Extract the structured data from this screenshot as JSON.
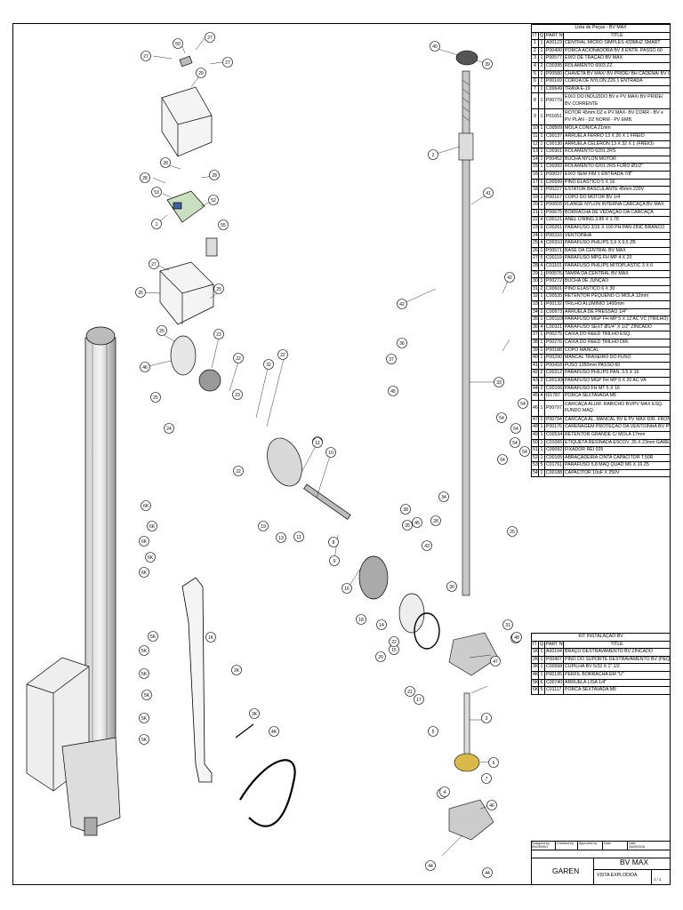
{
  "parts_table": {
    "caption": "Lista de Peças - BV MAX",
    "headers": [
      "IT",
      "Q",
      "PART NU",
      "TITLE"
    ],
    "rows": [
      [
        "1",
        "1",
        "A00123",
        "CENTRAL MICRO SIMPLES 433MHZ SMART"
      ],
      [
        "2",
        "1",
        "P00400",
        "PORCA ACIONADORA BV 8 ENTR. PASSO 60"
      ],
      [
        "3",
        "1",
        "P00577",
        "EIXO DE TRAÇÃO BV MAX"
      ],
      [
        "4",
        "2",
        "C00395",
        "ROLAMENTO 6003 ZZ"
      ],
      [
        "5",
        "1",
        "P00580",
        "CHAVETA BV MAX/ BV PRIDE/ BH CADENA/ BV CORR."
      ],
      [
        "6",
        "1",
        "P00169",
        "COROA DE NYLON Z26 1 ENTRADA"
      ],
      [
        "7",
        "1",
        "C00649",
        "TRAVA E-19"
      ],
      [
        "8",
        "1",
        "P00779.00",
        "EIXO DO INDUZIDO BV e PV MAX/ BV PRIDE/ BV CORRENTE"
      ],
      [
        "9",
        "1",
        "P01651",
        "ROTOR 45mm DZ e PV MAX- BV CORR - BV e PV PLAN - DZ NORM - PV EMB."
      ],
      [
        "10",
        "1",
        "C00509",
        "MOLA CONICA 21mm"
      ],
      [
        "11",
        "1",
        "C00137",
        "ARRUELA FERRO 13 X 26 X 1 FREIO"
      ],
      [
        "12",
        "1",
        "C00130",
        "ARRUELA CELERON 13 X 32 X 1 (FREIO)"
      ],
      [
        "13",
        "1",
        "C00301",
        "ROLAMENTO 6201 2RS"
      ],
      [
        "14",
        "1",
        "P00452",
        "BUCHA NYLON MOTOR"
      ],
      [
        "15",
        "1",
        "C00392",
        "ROLAMENTO 6201 2RS FURO Ø1/2\""
      ],
      [
        "16",
        "1",
        "P00037",
        "EIXO SEM FIM 1 ENTRADA 7/8\""
      ],
      [
        "17",
        "1",
        "C00599",
        "PINO ELÁSTICO 5 X 16"
      ],
      [
        "18",
        "1",
        "P00227",
        "ESTATOR BASCULANTE 45mm 220V"
      ],
      [
        "19",
        "1",
        "P00167",
        "COPO DO MOTOR BV 1/4"
      ],
      [
        "20",
        "1",
        "P00655",
        "FLANGE NYLON INTERNA CARCAÇA BV MAX"
      ],
      [
        "21",
        "1",
        "P00675",
        "BORRACHA DE VEDAÇÃO DA CARCAÇA"
      ],
      [
        "22",
        "4",
        "C00121",
        "ANEL O'RING 3.85 X 1.78"
      ],
      [
        "23",
        "6",
        "C00261",
        "PARAFUSO 3/16 X 100 PH PAN ZINC BRANCO"
      ],
      [
        "24",
        "1",
        "P00316",
        "VENTOINHA"
      ],
      [
        "25",
        "4",
        "C00310",
        "PARAFUSO PHILIPS 3,9 X 9,5 ZB"
      ],
      [
        "26",
        "1",
        "P00571",
        "BASE DA CENTRAL BV MAX"
      ],
      [
        "27",
        "5",
        "C00119",
        "PARAFUSO MPG FH MP 4 X 20"
      ],
      [
        "28",
        "4",
        "C01101",
        "PARAFUSO PHILIPS MITOPLASTIC 3 X 6"
      ],
      [
        "29",
        "1",
        "P00576.01",
        "TAMPA DA CENTRAL BV MAX"
      ],
      [
        "30",
        "1",
        "P00272",
        "BUCHA DE JUNÇÃO"
      ],
      [
        "31",
        "2",
        "C00601",
        "PINO ELÁSTICO 6 X 30"
      ],
      [
        "32",
        "1",
        "C00535",
        "RETENTOR PEQUENO C/ MOLA 12mm"
      ],
      [
        "33",
        "1",
        "P00132",
        "TRILHO ALUMÍNIO 1400mm"
      ],
      [
        "34",
        "1",
        "C00973",
        "ARRUELA DE PRESSÃO 1/4\""
      ],
      [
        "35",
        "1",
        "C001106",
        "PARAFUSO MGP FH MP 5 X 12 AC VC (TRILHO)"
      ],
      [
        "36",
        "4",
        "C00321",
        "PARAFUSO SEXT Ø1/4\" X 1/2\" ZINCADO"
      ],
      [
        "37",
        "1",
        "P00275",
        "CAIXA DO REED TRILHO ESQ."
      ],
      [
        "38",
        "1",
        "P00276",
        "CAIXA DO REED TRILHO DIR."
      ],
      [
        "39",
        "1",
        "P00188",
        "COPO MANCAL"
      ],
      [
        "40",
        "1",
        "P00290",
        "MANCAL TRASEIRO DO FUSO"
      ],
      [
        "41",
        "1",
        "P00418",
        "FUSO 1350mm PASSO 60"
      ],
      [
        "42",
        "2",
        "C00312",
        "PARAFUSO PHILIPS PAN, 3.5 X 16"
      ],
      [
        "43",
        "2",
        "C001306",
        "PARAFUSO MGP FH MP 5 X 20 AC VA"
      ],
      [
        "44",
        "2",
        "C001061",
        "PARAFUSO FH MT 5 X 16"
      ],
      [
        "45",
        "4",
        "I01787",
        "PORCA SEXTAVADA M6"
      ],
      [
        "46",
        "1",
        "P00797",
        "CARCAÇA ALUM. RABICHO BV/PV MAX ESQ. FUNDO MAQ."
      ],
      [
        "47",
        "1",
        "P00794",
        "CARCAÇA AL. MANCAL BV E PV MAX DIR. FRONTAL"
      ],
      [
        "48",
        "1",
        "P00176",
        "CARENAGEM PROTEÇÃO DA VENTOINHA BV PV"
      ],
      [
        "49",
        "1",
        "C00534",
        "RETENTOR GRANDE C/ MOLA 17mm"
      ],
      [
        "50",
        "1",
        "C01065",
        "ETIQUETA RESINADA ESCOV. 35 X 23mm GAREN"
      ],
      [
        "51",
        "1",
        "C00092",
        "FIXADOR REI 025"
      ],
      [
        "52",
        "1",
        "C00105",
        "ABRAÇADEIRA CINTA CAPACITOR T.50R"
      ],
      [
        "53",
        "5",
        "C01761",
        "PARAFUSO 5.8 MAQ QUAD M6 X 16 Z5"
      ],
      [
        "54",
        "1",
        "C00188",
        "CAPACITOR 10uF X 250V"
      ]
    ]
  },
  "kit_table": {
    "caption": "KIT INSTALAÇÃO BV",
    "headers": [
      "IT",
      "Q",
      "PART NU",
      "TITLE"
    ],
    "rows": [
      [
        "1K",
        "1",
        "A00104",
        "BRAÇO DESTRAVAMENTO BV ZINCADO"
      ],
      [
        "2K",
        "1",
        "P00407",
        "PINO DO SUPORTE DESTRAVAMENTO BV (PEQ.)"
      ],
      [
        "3K",
        "1",
        "C00568",
        "CUPILHA BV 5/32 X 1\" 1/2"
      ],
      [
        "4K",
        "1",
        "P00195",
        "PERFIL BORRACHA EM \"U\""
      ],
      [
        "5K",
        "6",
        "C00740",
        "ARRUELA LISA 1/4\""
      ],
      [
        "6K",
        "5",
        "C01117",
        "PORCA SEXTAVADA M5"
      ]
    ]
  },
  "title_block": {
    "brand": "GAREN",
    "product": "BV MAX",
    "view": "VISTA EXPLODIDA",
    "sheet": "1 / 1",
    "small_labels": [
      "Designed by",
      "Checked by",
      "Approved by",
      "Date",
      "Date",
      "ENGENHO",
      "25/09/2016"
    ]
  },
  "callouts": {
    "main": [
      "27",
      "50",
      "27",
      "27",
      "29",
      "28",
      "28",
      "28",
      "53",
      "52",
      "55",
      "1",
      "27",
      "26",
      "25",
      "25",
      "46",
      "25",
      "24",
      "23",
      "22",
      "22",
      "32",
      "23",
      "22",
      "13",
      "11",
      "12",
      "10",
      "19",
      "9",
      "16",
      "8",
      "18",
      "14",
      "15",
      "20",
      "21",
      "17",
      "13",
      "40",
      "39",
      "2",
      "41",
      "42",
      "42",
      "36",
      "37",
      "45",
      "33",
      "54",
      "54",
      "54",
      "54",
      "54",
      "54",
      "35",
      "38",
      "43",
      "34",
      "28",
      "30",
      "31",
      "49",
      "47",
      "48",
      "5",
      "4",
      "3",
      "6",
      "7",
      "4",
      "46",
      "44",
      "44",
      "22",
      "45",
      "25"
    ],
    "kit": [
      "6K",
      "6K",
      "6K",
      "6K",
      "6K",
      "5K",
      "5K",
      "5K",
      "5K",
      "5K",
      "5K",
      "1K",
      "2K",
      "3K",
      "4K"
    ]
  },
  "colors": {
    "line": "#000000",
    "part_fill": "#f2f2f2",
    "part_dark": "#555555",
    "gear_gold": "#d9b84a"
  }
}
